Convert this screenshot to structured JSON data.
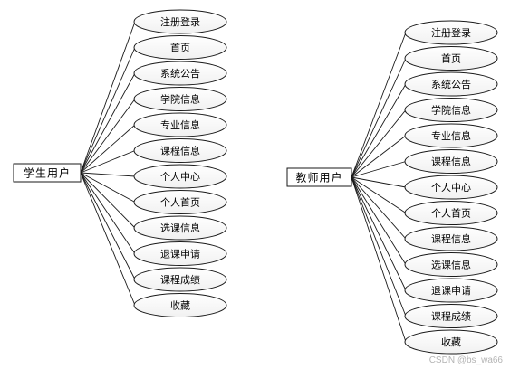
{
  "diagram": {
    "left": {
      "root": "学生用户",
      "items": [
        "注册登录",
        "首页",
        "系统公告",
        "学院信息",
        "专业信息",
        "课程信息",
        "个人中心",
        "个人首页",
        "选课信息",
        "退课申请",
        "课程成绩",
        "收藏"
      ]
    },
    "right": {
      "root": "教师用户",
      "items": [
        "注册登录",
        "首页",
        "系统公告",
        "学院信息",
        "专业信息",
        "课程信息",
        "个人中心",
        "个人首页",
        "课程信息",
        "选课信息",
        "退课申请",
        "课程成绩",
        "收藏"
      ]
    }
  },
  "watermark": "CSDN @bs_wa66"
}
